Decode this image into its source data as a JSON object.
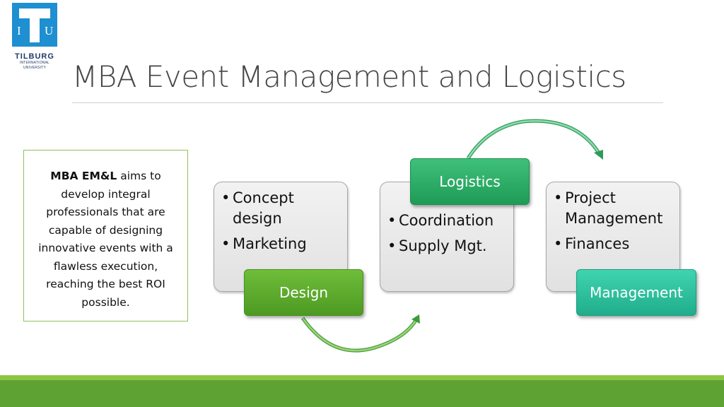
{
  "logo": {
    "letters_left": "I",
    "letters_right": "U",
    "name": "TILBURG",
    "sub_line1": "INTERNATIONAL",
    "sub_line2": "UNIVERSITY"
  },
  "title": "MBA Event Management and Logistics",
  "intro": {
    "bold": "MBA EM&L",
    "text": " aims to develop integral professionals that are capable of designing innovative events with a flawless execution, reaching the best ROI possible."
  },
  "stages": [
    {
      "label": "Design",
      "items": [
        "Concept design",
        "Marketing"
      ]
    },
    {
      "label": "Logistics",
      "items": [
        "Coordination",
        "Supply Mgt."
      ]
    },
    {
      "label": "Management",
      "items": [
        "Project Management",
        "Finances"
      ]
    }
  ],
  "colors": {
    "design": "#5aa82c",
    "logistics": "#2aae67",
    "management": "#2ec49f",
    "logo_blue": "#1e8fd0",
    "footer": "#5fa234"
  }
}
